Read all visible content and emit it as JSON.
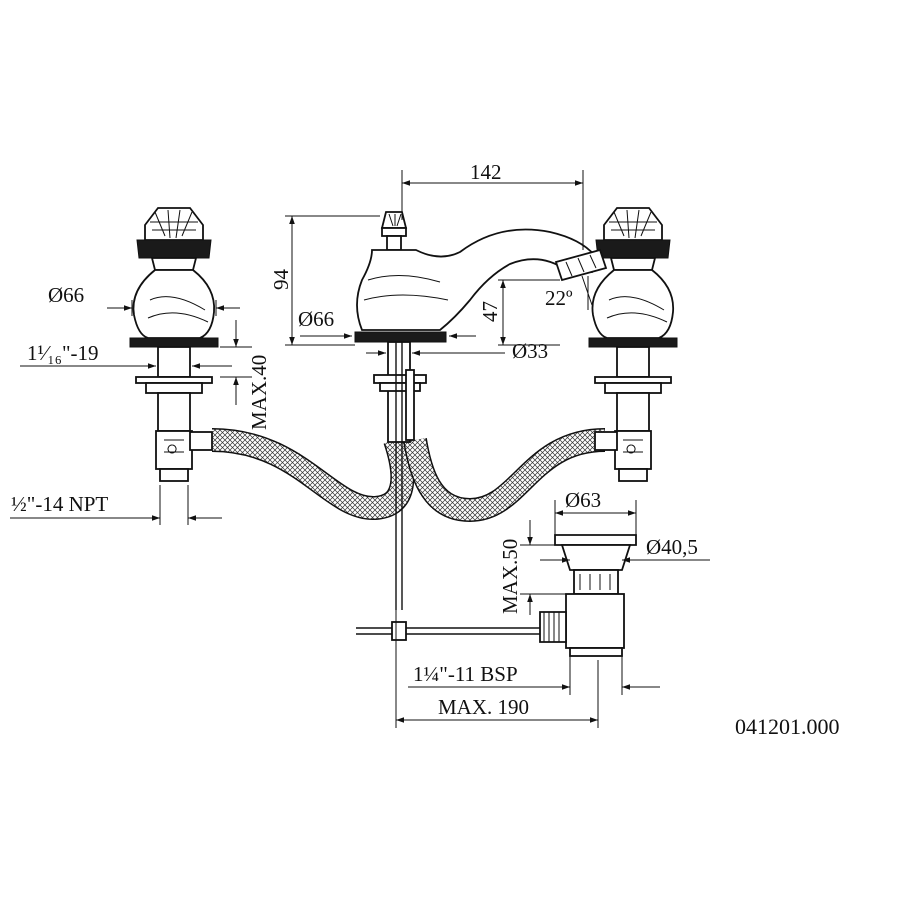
{
  "drawing": {
    "code": "041201.000",
    "dimensions": {
      "spout_reach": "142",
      "height_total": "94",
      "spout_height": "47",
      "spout_angle": "22º",
      "handle_base_diameter": "Ø66",
      "spout_base_diameter": "Ø66",
      "spout_shank_diameter": "Ø33",
      "handle_thread": "1¹⁄₁₆\"-19",
      "deck_thickness_max": "MAX.40",
      "supply_thread": "½\"-14 NPT",
      "drain_flange_diameter": "Ø63",
      "drain_plug_diameter": "Ø40,5",
      "drain_height_max": "MAX.50",
      "drain_thread": "1¼\"-11 BSP",
      "rod_length_max": "MAX. 190"
    }
  }
}
